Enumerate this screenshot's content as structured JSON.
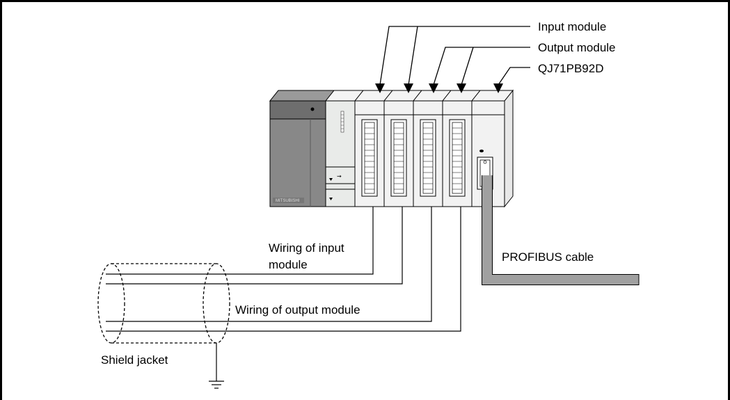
{
  "labels": {
    "input_module": "Input module",
    "output_module": "Output module",
    "qj71pb92d": "QJ71PB92D",
    "wiring_input_line1": "Wiring of input",
    "wiring_input_line2": "module",
    "wiring_output": "Wiring of output module",
    "profibus_cable": "PROFIBUS cable",
    "shield_jacket": "Shield jacket",
    "power_supply_logo": "MITSUBISHI"
  },
  "colors": {
    "frame": "#000000",
    "module_face": "#f2f2f2",
    "power_supply_dark": "#888888",
    "power_supply_top": "#6e6e6e",
    "cable": "#a0a0a0",
    "line": "#000000"
  }
}
